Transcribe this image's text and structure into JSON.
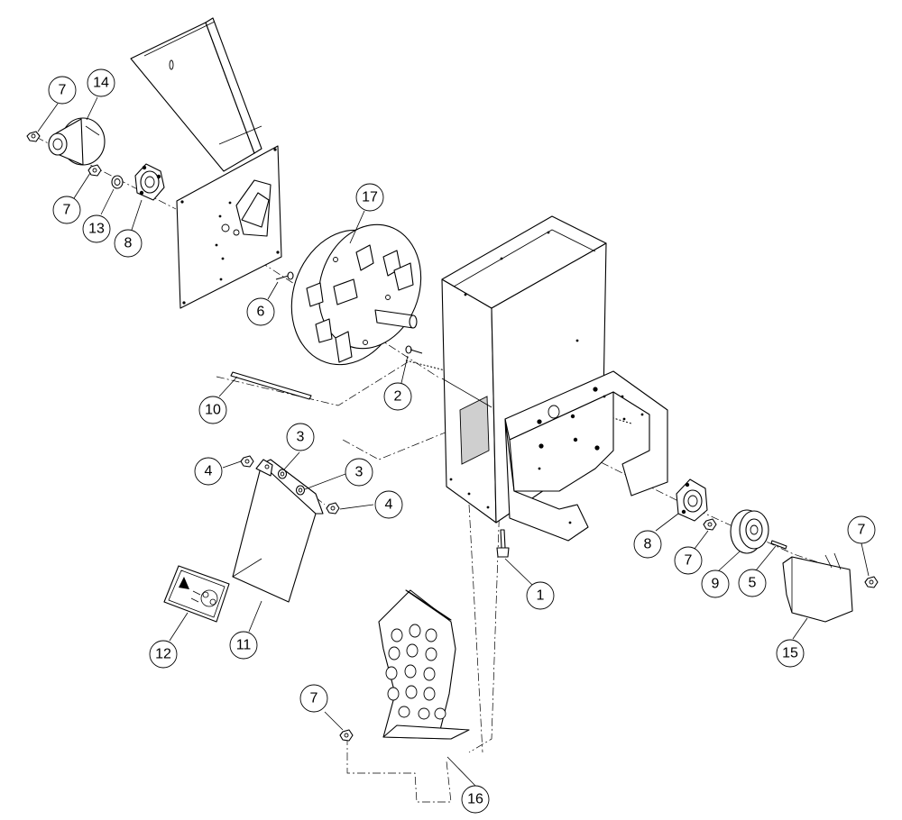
{
  "diagram": {
    "type": "exploded-parts-diagram",
    "callouts": [
      {
        "id": "c-7a",
        "number": "7"
      },
      {
        "id": "c-14",
        "number": "14"
      },
      {
        "id": "c-7b",
        "number": "7"
      },
      {
        "id": "c-13",
        "number": "13"
      },
      {
        "id": "c-8a",
        "number": "8"
      },
      {
        "id": "c-17",
        "number": "17"
      },
      {
        "id": "c-6",
        "number": "6"
      },
      {
        "id": "c-10",
        "number": "10"
      },
      {
        "id": "c-2",
        "number": "2"
      },
      {
        "id": "c-4a",
        "number": "4"
      },
      {
        "id": "c-3a",
        "number": "3"
      },
      {
        "id": "c-3b",
        "number": "3"
      },
      {
        "id": "c-4b",
        "number": "4"
      },
      {
        "id": "c-12",
        "number": "12"
      },
      {
        "id": "c-11",
        "number": "11"
      },
      {
        "id": "c-1",
        "number": "1"
      },
      {
        "id": "c-8b",
        "number": "8"
      },
      {
        "id": "c-7c",
        "number": "7"
      },
      {
        "id": "c-9",
        "number": "9"
      },
      {
        "id": "c-5",
        "number": "5"
      },
      {
        "id": "c-7d",
        "number": "7"
      },
      {
        "id": "c-15",
        "number": "15"
      },
      {
        "id": "c-7e",
        "number": "7"
      },
      {
        "id": "c-16",
        "number": "16"
      }
    ]
  }
}
